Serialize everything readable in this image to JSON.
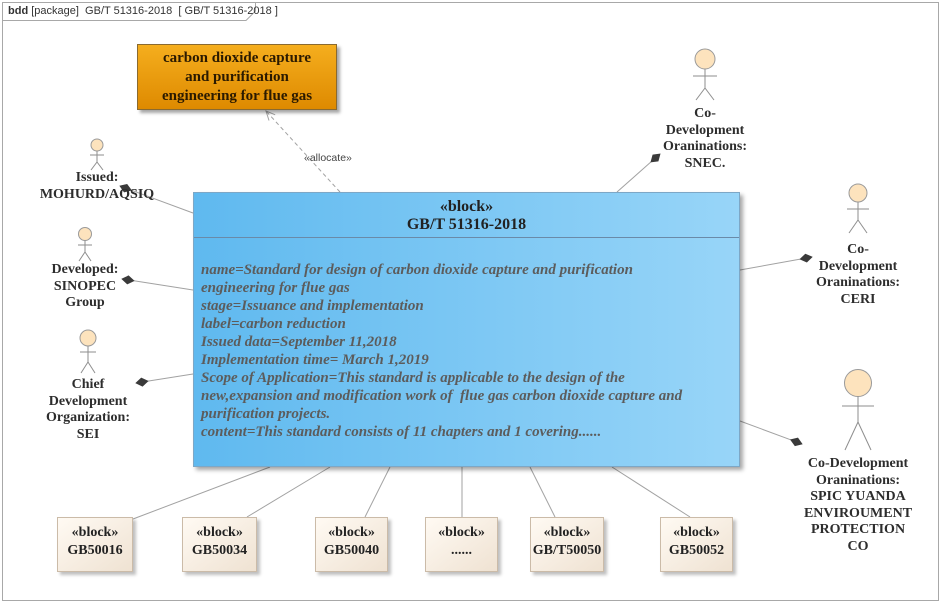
{
  "frame": {
    "kind": "bdd",
    "label": "[package]  GB/T 51316-2018  [ GB/T 51316-2018 ]"
  },
  "allocated_block": {
    "lines": [
      "carbon dioxide capture",
      "and purification",
      "engineering for flue gas"
    ]
  },
  "allocate_label": "«allocate»",
  "main_block": {
    "stereotype": "«block»",
    "name": "GB/T 51316-2018",
    "attributes": [
      "name=Standard for design of carbon dioxide capture and purification",
      "engineering for flue gas",
      "stage=Issuance and implementation",
      "label=carbon reduction",
      "Issued data=September 11,2018",
      "Implementation time= March 1,2019",
      "Scope of Application=This standard is applicable to the design of the",
      "new,expansion and modification work of  flue gas carbon dioxide capture and",
      "purification projects.",
      "content=This standard consists of 11 chapters and 1 covering......"
    ]
  },
  "actors": [
    {
      "lines": [
        "Issued:",
        "MOHURD/AQSIQ"
      ]
    },
    {
      "lines": [
        "Developed:",
        "SINOPEC",
        "Group"
      ]
    },
    {
      "lines": [
        "Chief",
        "Development",
        "Organization:",
        "SEI"
      ]
    },
    {
      "lines": [
        "Co-",
        "Development",
        "Oraninations:",
        "SNEC."
      ]
    },
    {
      "lines": [
        "Co-",
        "Development",
        "Oraninations:",
        "CERI"
      ]
    },
    {
      "lines": [
        "Co-Development",
        "Oraninations:",
        "SPIC YUANDA",
        "ENVIROUMENT",
        "PROTECTION",
        "CO"
      ]
    }
  ],
  "ref_blocks": [
    {
      "stereotype": "«block»",
      "name": "GB50016"
    },
    {
      "stereotype": "«block»",
      "name": "GB50034"
    },
    {
      "stereotype": "«block»",
      "name": "GB50040"
    },
    {
      "stereotype": "«block»",
      "name": "......"
    },
    {
      "stereotype": "«block»",
      "name": "GB/T50050"
    },
    {
      "stereotype": "«block»",
      "name": "GB50052"
    }
  ],
  "colors": {
    "allocated_fill_start": "#f5ae1e",
    "allocated_fill_end": "#de8a00",
    "main_fill_start": "#5fb9ef",
    "main_fill_end": "#98d5f8",
    "ref_fill_start": "#fffaf3",
    "ref_fill_end": "#efe2d2",
    "actor_head": "#fde3bd",
    "attribute_text": "#5c5c5c"
  }
}
